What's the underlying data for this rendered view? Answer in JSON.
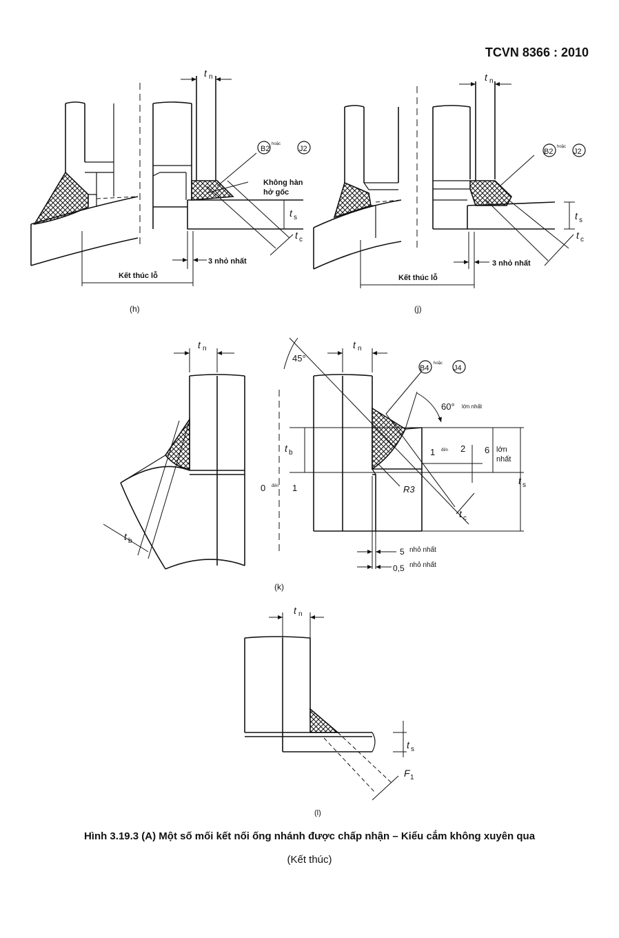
{
  "header": {
    "standard": "TCVN 8366 : 2010"
  },
  "figures": {
    "h": {
      "label": "(h)",
      "tn": "t",
      "tn_sub": "n",
      "weld_b": "B2",
      "weld_or": "hoặc",
      "weld_j": "J2",
      "note_line1": "Không hàn",
      "note_line2": "hở gốc",
      "ts": "t",
      "ts_sub": "s",
      "tc": "t",
      "tc_sub": "c",
      "min3": "3 nhỏ nhất",
      "end_hole": "Kết thúc lỗ"
    },
    "j": {
      "label": "(j)",
      "tn": "t",
      "tn_sub": "n",
      "weld_b": "B2",
      "weld_or": "hoặc",
      "weld_j": "J2",
      "ts": "t",
      "ts_sub": "s",
      "tc": "t",
      "tc_sub": "c",
      "min3": "3 nhỏ nhất",
      "end_hole": "Kết thúc lỗ"
    },
    "k": {
      "label": "(k)",
      "tn_left": "t",
      "tn_sub": "n",
      "tb_left": "t",
      "tb_sub": "b",
      "tn_right": "t",
      "angle45": "45°",
      "weld_b": "B4",
      "weld_or": "hoặc",
      "weld_j": "J4",
      "angle60": "60°",
      "angle60_note": "lớn nhất",
      "tb_right": "t",
      "range0": "0",
      "range_den": "đến",
      "range1": "1",
      "range_1den2_a": "1",
      "range_1den2_b": "2",
      "six": "6",
      "max_line1": "lớn",
      "max_line2": "nhất",
      "ts": "t",
      "ts_sub": "s",
      "r3": "R3",
      "tc": "t",
      "tc_sub": "c",
      "min5": "5",
      "min5_note": "nhỏ nhất",
      "min05": "0,5",
      "min05_note": "nhỏ nhất"
    },
    "l": {
      "label": "(l)",
      "tn": "t",
      "tn_sub": "n",
      "ts": "t",
      "ts_sub": "s",
      "f1": "F",
      "f1_sub": "1"
    }
  },
  "caption": {
    "line1": "Hình 3.19.3 (A) Một số mối kết nối ống nhánh được chấp nhận – Kiểu cắm không xuyên qua",
    "line2": "(Kết thúc)"
  }
}
